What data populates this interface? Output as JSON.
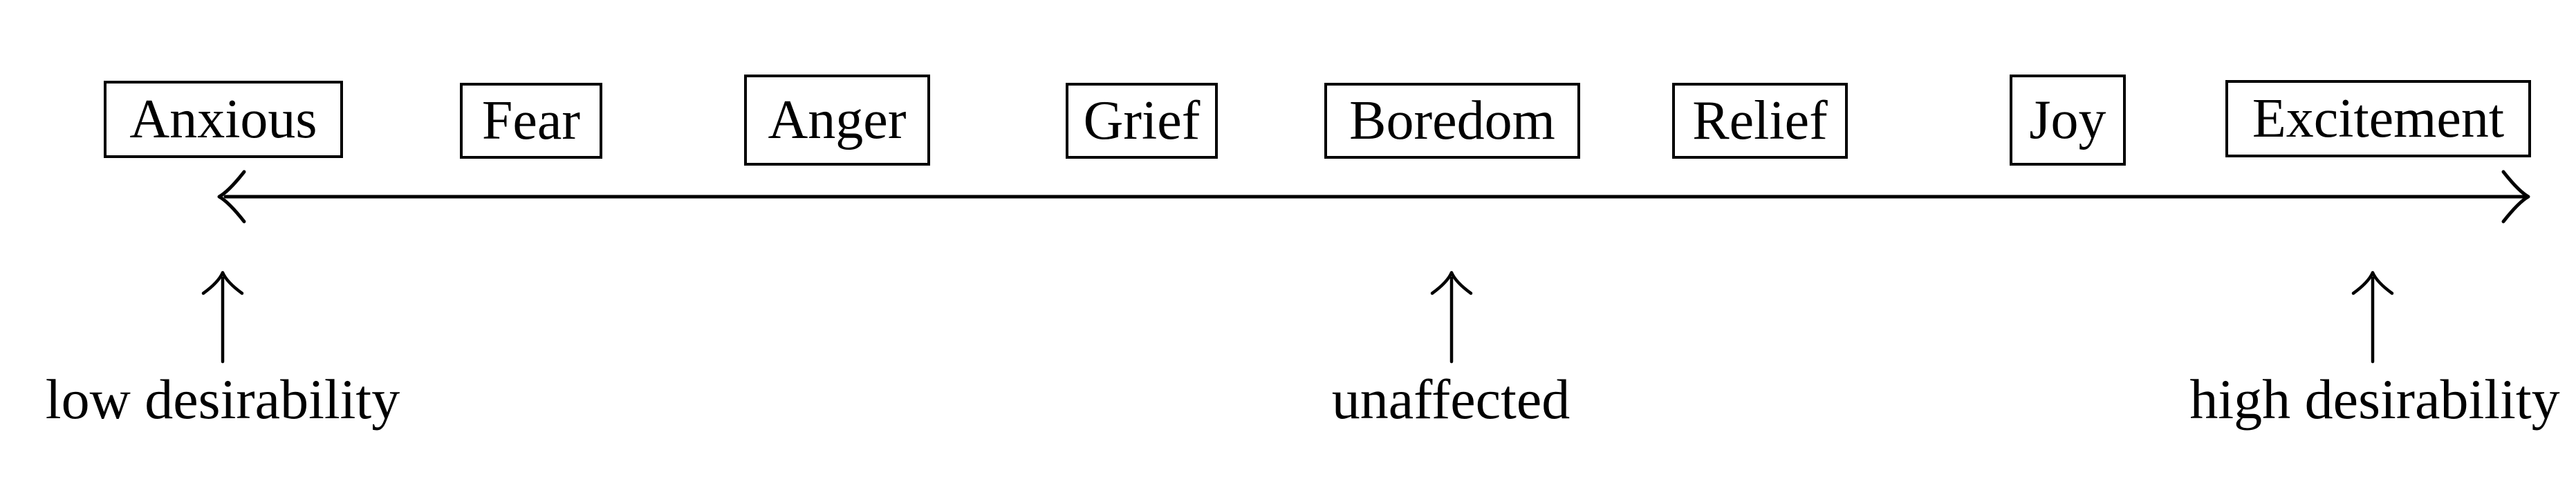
{
  "diagram": {
    "emotions": [
      {
        "label": "Anxious"
      },
      {
        "label": "Fear"
      },
      {
        "label": "Anger"
      },
      {
        "label": "Grief"
      },
      {
        "label": "Boredom"
      },
      {
        "label": "Relief"
      },
      {
        "label": "Joy"
      },
      {
        "label": "Excitement"
      }
    ],
    "axis_labels": [
      {
        "text": "low desirability"
      },
      {
        "text": "unaffected"
      },
      {
        "text": "high desirability"
      }
    ],
    "colors": {
      "ink": "#000000",
      "background": "#ffffff"
    }
  }
}
